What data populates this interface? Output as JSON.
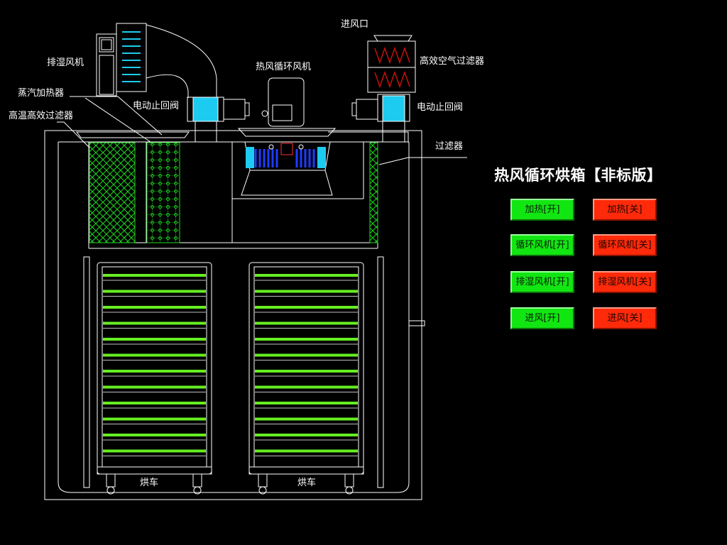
{
  "title": "热风循环烘箱【非标版】",
  "labels": {
    "exhaust_fan": "排湿风机",
    "steam_heater": "蒸汽加热器",
    "hepa_high_temp": "高温高效过滤器",
    "valve_left": "电动止回阀",
    "circ_fan": "热风循环风机",
    "air_inlet": "进风口",
    "hepa_air": "高效空气过滤器",
    "valve_right": "电动止回阀",
    "filter": "过滤器",
    "cart_left": "烘车",
    "cart_right": "烘车"
  },
  "buttons": {
    "heat_on": "加热[开]",
    "heat_off": "加热[关]",
    "circ_on": "循环风机[开]",
    "circ_off": "循环风机[关]",
    "exhaust_on": "排湿风机[开]",
    "exhaust_off": "排湿风机[关]",
    "inlet_on": "进风[开]",
    "inlet_off": "进风[关]"
  },
  "colors": {
    "background": "#000000",
    "line": "#ffffff",
    "valve": "#1ecbf0",
    "fan_blades": "#1e3cff",
    "filter_mesh": "#1fd61f",
    "tray": "#66ee22",
    "button_on": "#12e612",
    "button_off": "#ff2a0a"
  }
}
